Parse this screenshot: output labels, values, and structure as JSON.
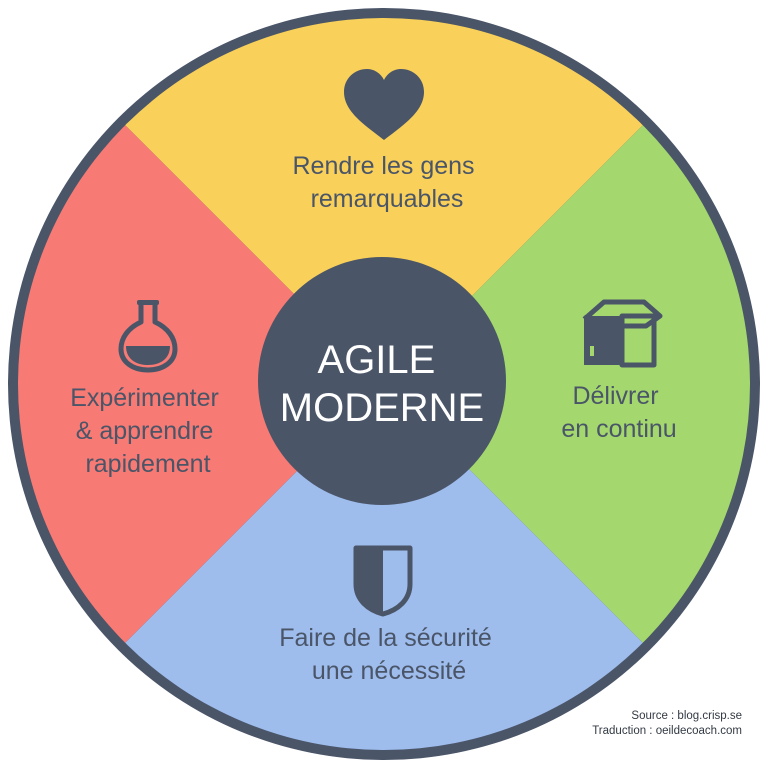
{
  "center": {
    "lines": [
      "AGILE",
      "MODERNE"
    ]
  },
  "segments": {
    "top": {
      "lines": [
        "Rendre les gens",
        "remarquables"
      ],
      "icon": "heart-icon",
      "color": "#f9d05a"
    },
    "right": {
      "lines": [
        "Délivrer",
        "en continu"
      ],
      "icon": "box-icon",
      "color": "#a4d86e"
    },
    "bottom": {
      "lines": [
        "Faire de la sécurité",
        "une nécessité"
      ],
      "icon": "shield-icon",
      "color": "#9ebcec"
    },
    "left": {
      "lines": [
        "Expérimenter",
        "& apprendre",
        "rapidement"
      ],
      "icon": "flask-icon",
      "color": "#f77a74"
    }
  },
  "colors": {
    "ring": "#4a5568",
    "center": "#4a5568",
    "text": "#4a5568"
  },
  "credits": {
    "source": "Source : blog.crisp.se",
    "translation": "Traduction : oeildecoach.com"
  }
}
